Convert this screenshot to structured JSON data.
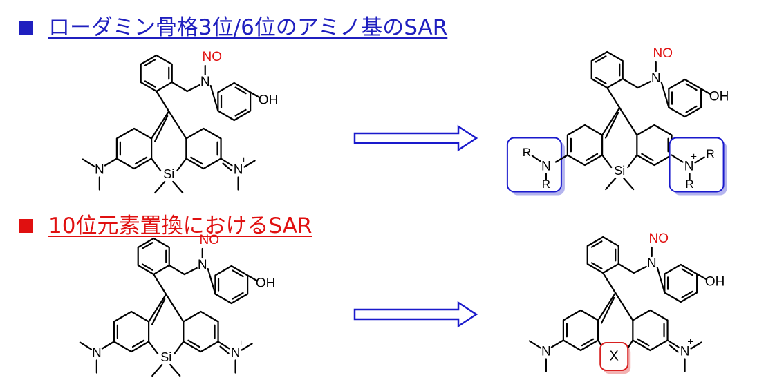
{
  "headings": [
    {
      "text": "ローダミン骨格3位/6位のアミノ基のSAR",
      "color": "#1f1fbf"
    },
    {
      "text": "10位元素置換におけるSAR",
      "color": "#e01010"
    }
  ],
  "atoms": {
    "nitroso": "NO",
    "amine_n": "N",
    "hydroxyl": "OH",
    "silicon": "Si",
    "iminium_n": "N",
    "plus": "+",
    "r_group": "R",
    "hetero_x": "X"
  },
  "colors": {
    "bond": "#000000",
    "nitroso": "#e01010",
    "blue_box": "#1a1acc",
    "blue_shadow": "#b4b4ee",
    "red_box": "#d82020",
    "red_shadow": "#f2b2b2",
    "arrow": "#1a1acc"
  }
}
